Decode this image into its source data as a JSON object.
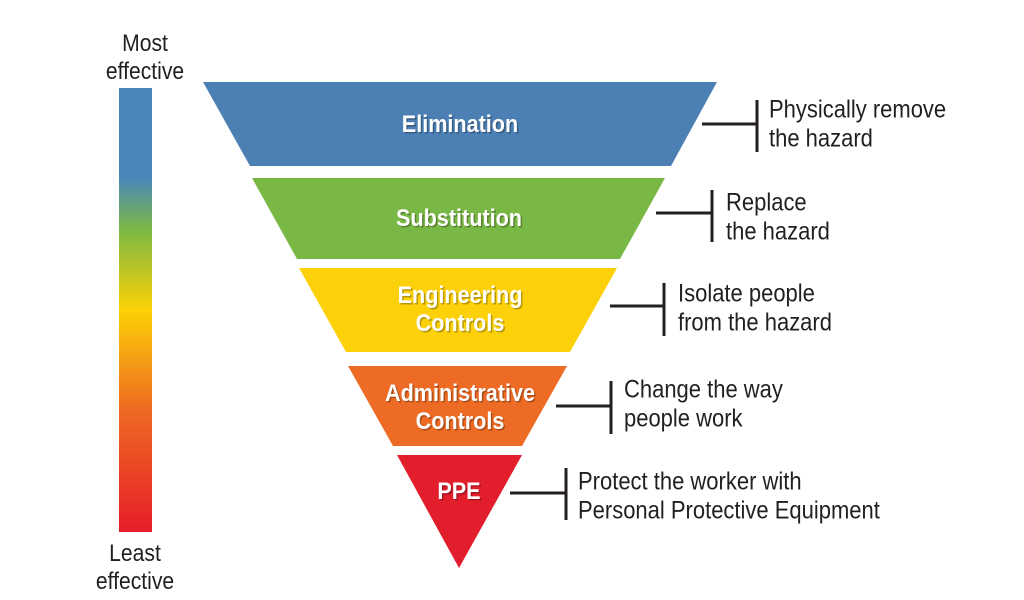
{
  "scale": {
    "top_label": [
      "Most",
      "effective"
    ],
    "bottom_label": [
      "Least",
      "effective"
    ],
    "gradient_colors": [
      "#4a86ba",
      "#7cb844",
      "#fcd106",
      "#ee6c21",
      "#e71d2b"
    ]
  },
  "levels": [
    {
      "id": "elimination",
      "label": [
        "Elimination"
      ],
      "description": [
        "Physically remove",
        "the hazard"
      ],
      "color": "#4c80b5"
    },
    {
      "id": "substitution",
      "label": [
        "Substitution"
      ],
      "description": [
        "Replace",
        "the hazard"
      ],
      "color": "#7ab845"
    },
    {
      "id": "engineering-controls",
      "label": [
        "Engineering",
        "Controls"
      ],
      "description": [
        "Isolate people",
        "from the hazard"
      ],
      "color": "#fcd10a"
    },
    {
      "id": "administrative-controls",
      "label": [
        "Administrative",
        "Controls"
      ],
      "description": [
        "Change the way",
        "people work"
      ],
      "color": "#ed6b24"
    },
    {
      "id": "ppe",
      "label": [
        "PPE"
      ],
      "description": [
        "Protect the worker with",
        "Personal Protective Equipment"
      ],
      "color": "#e31e2c"
    }
  ],
  "colors": {
    "label_text": "#ffffff",
    "description_text": "#231f20",
    "connector": "#231f20"
  }
}
